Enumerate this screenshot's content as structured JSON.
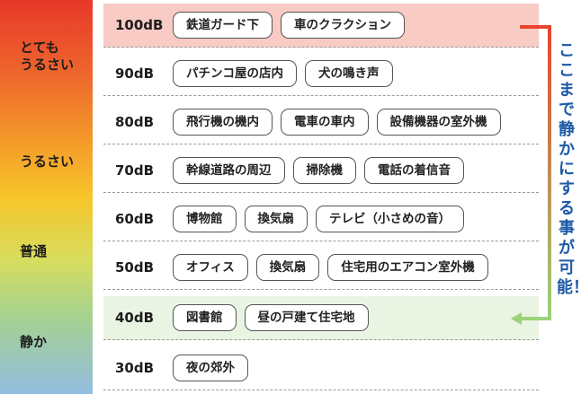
{
  "scale_labels": {
    "very_loud": [
      "とても",
      "うるさい"
    ],
    "loud": "うるさい",
    "normal": "普通",
    "quiet": "静か"
  },
  "rows": [
    {
      "db": "100dB",
      "items": [
        "鉄道ガード下",
        "車のクラクション"
      ]
    },
    {
      "db": "90dB",
      "items": [
        "パチンコ屋の店内",
        "犬の鳴き声"
      ]
    },
    {
      "db": "80dB",
      "items": [
        "飛行機の機内",
        "電車の車内",
        "設備機器の室外機"
      ]
    },
    {
      "db": "70dB",
      "items": [
        "幹線道路の周辺",
        "掃除機",
        "電話の着信音"
      ]
    },
    {
      "db": "60dB",
      "items": [
        "博物館",
        "換気扇",
        "テレビ（小さめの音）"
      ]
    },
    {
      "db": "50dB",
      "items": [
        "オフィス",
        "換気扇",
        "住宅用のエアコン室外機"
      ]
    },
    {
      "db": "40dB",
      "items": [
        "図書館",
        "昼の戸建て住宅地"
      ]
    },
    {
      "db": "30dB",
      "items": [
        "夜の郊外"
      ]
    }
  ],
  "side_note": "ここまで静かにする事が可能！",
  "colors": {
    "arrow_top": "#e8442e",
    "arrow_bottom": "#9bd27a",
    "side_note": "#1e5aa6",
    "loud_row": "#f8cbc4",
    "quiet_row": "#eaf4e3"
  }
}
